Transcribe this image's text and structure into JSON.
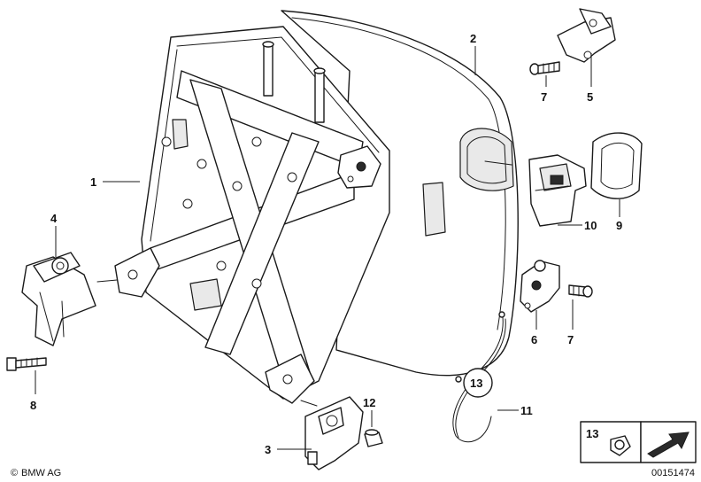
{
  "callouts": {
    "c1": "1",
    "c2": "2",
    "c3": "3",
    "c4": "4",
    "c5": "5",
    "c6": "6",
    "c7a": "7",
    "c7b": "7",
    "c8": "8",
    "c9": "9",
    "c10": "10",
    "c11": "11",
    "c12": "12",
    "c13_circled": "13",
    "c13_box": "13"
  },
  "footer": {
    "brand": "BMW AG",
    "copyright_symbol": "©",
    "diagram_number": "00151474"
  }
}
